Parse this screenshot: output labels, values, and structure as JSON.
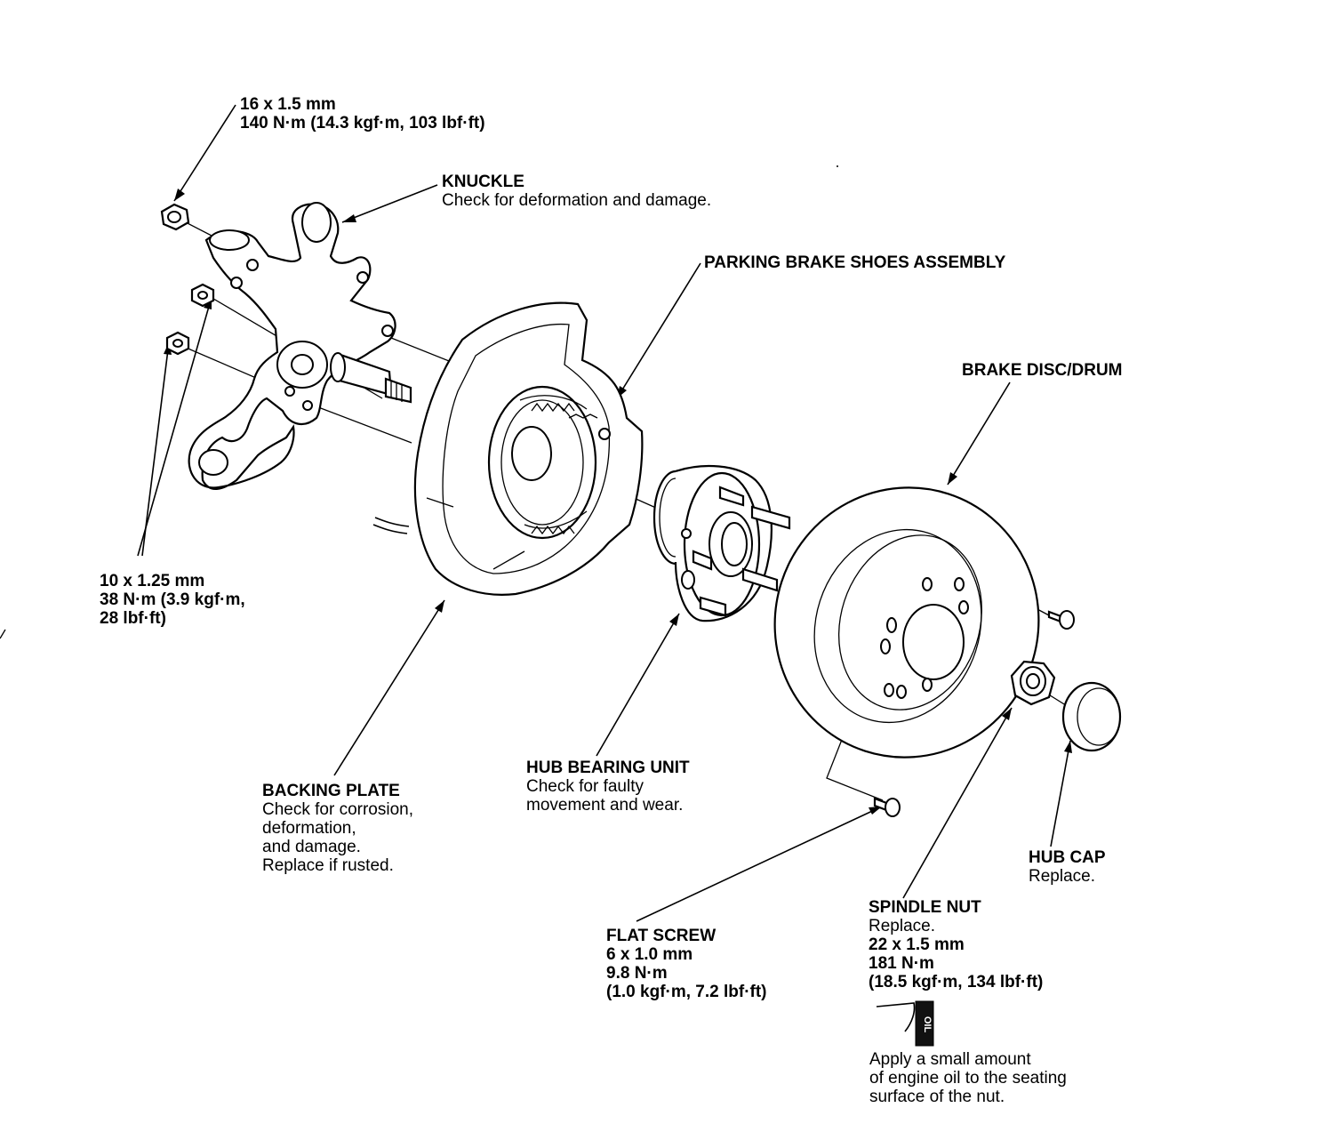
{
  "callouts": {
    "bolt_top": {
      "spec": "16 x 1.5 mm",
      "torque": "140 N·m (14.3 kgf·m, 103 lbf·ft)"
    },
    "knuckle": {
      "title": "KNUCKLE",
      "note": "Check for deformation and damage."
    },
    "parking_brake": {
      "title": "PARKING BRAKE SHOES ASSEMBLY"
    },
    "brake_disc": {
      "title": "BRAKE DISC/DRUM"
    },
    "bolt_low": {
      "spec": "10 x 1.25 mm",
      "torque1": "38 N·m (3.9 kgf·m,",
      "torque2": "28 lbf·ft)"
    },
    "backing_plate": {
      "title": "BACKING PLATE",
      "lines": [
        "Check for corrosion,",
        "deformation,",
        "and damage.",
        "Replace if rusted."
      ]
    },
    "hub_bearing": {
      "title": "HUB BEARING UNIT",
      "lines": [
        "Check for faulty",
        "movement and wear."
      ]
    },
    "hub_cap": {
      "title": "HUB CAP",
      "note": "Replace."
    },
    "spindle_nut": {
      "title": "SPINDLE NUT",
      "note": "Replace.",
      "spec": "22 x 1.5 mm",
      "torque1": "181 N·m",
      "torque2": "(18.5 kgf·m, 134 lbf·ft)"
    },
    "flat_screw": {
      "title": "FLAT SCREW",
      "spec": "6 x 1.0 mm",
      "torque1": "9.8 N·m",
      "torque2": "(1.0 kgf·m, 7.2 lbf·ft)"
    },
    "oil_note": {
      "icon_text": "OIL",
      "lines": [
        "Apply a small amount",
        "of engine oil to the seating",
        "surface of the nut."
      ]
    }
  }
}
